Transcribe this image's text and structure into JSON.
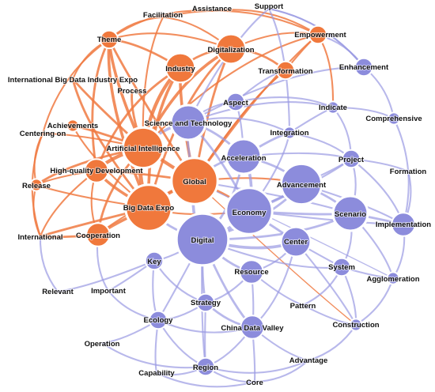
{
  "colors": {
    "cluster_a": "#f0783c",
    "cluster_b": "#8c8cdc",
    "edge_a": "#f07a42",
    "edge_b": "#9a9ae2",
    "node_stroke": "#ffffff"
  },
  "nodes": [
    {
      "id": "facilitation",
      "label": "Facilitation",
      "cluster": "a",
      "weight": 0
    },
    {
      "id": "assistance",
      "label": "Assistance",
      "cluster": "a",
      "weight": 0
    },
    {
      "id": "support",
      "label": "Support",
      "cluster": "b",
      "weight": 0
    },
    {
      "id": "theme",
      "label": "Theme",
      "cluster": "a",
      "weight": 2
    },
    {
      "id": "digitalization",
      "label": "Digitalization",
      "cluster": "a",
      "weight": 4
    },
    {
      "id": "empowerment",
      "label": "Empowerment",
      "cluster": "a",
      "weight": 2
    },
    {
      "id": "ibdie",
      "label": "International Big Data Industry Expo",
      "cluster": "a",
      "weight": 0
    },
    {
      "id": "industry",
      "label": "Industry",
      "cluster": "a",
      "weight": 4
    },
    {
      "id": "transformation",
      "label": "Transformation",
      "cluster": "a",
      "weight": 2
    },
    {
      "id": "enhancement",
      "label": "Enhancement",
      "cluster": "b",
      "weight": 2
    },
    {
      "id": "process",
      "label": "Process",
      "cluster": "a",
      "weight": 0
    },
    {
      "id": "aspect",
      "label": "Aspect",
      "cluster": "b",
      "weight": 2
    },
    {
      "id": "indicate",
      "label": "Indicate",
      "cluster": "b",
      "weight": 1
    },
    {
      "id": "achievements",
      "label": "Achievements",
      "cluster": "a",
      "weight": 1
    },
    {
      "id": "scitech",
      "label": "Science and Technology",
      "cluster": "b",
      "weight": 5
    },
    {
      "id": "comprehensive",
      "label": "Comprehensive",
      "cluster": "b",
      "weight": 1
    },
    {
      "id": "centering",
      "label": "Centering on",
      "cluster": "a",
      "weight": 0
    },
    {
      "id": "integration",
      "label": "Integration",
      "cluster": "b",
      "weight": 1
    },
    {
      "id": "ai",
      "label": "Artificial Intelligence",
      "cluster": "a",
      "weight": 6
    },
    {
      "id": "acceleration",
      "label": "Acceleration",
      "cluster": "b",
      "weight": 5
    },
    {
      "id": "project",
      "label": "Project",
      "cluster": "b",
      "weight": 2
    },
    {
      "id": "hqd",
      "label": "High-quality Development",
      "cluster": "a",
      "weight": 3
    },
    {
      "id": "formation",
      "label": "Formation",
      "cluster": "b",
      "weight": 0
    },
    {
      "id": "global",
      "label": "Global",
      "cluster": "a",
      "weight": 7
    },
    {
      "id": "release",
      "label": "Release",
      "cluster": "a",
      "weight": 1
    },
    {
      "id": "advancement",
      "label": "Advancement",
      "cluster": "b",
      "weight": 6
    },
    {
      "id": "bigdataexpo",
      "label": "Big Data Expo",
      "cluster": "a",
      "weight": 7
    },
    {
      "id": "economy",
      "label": "Economy",
      "cluster": "b",
      "weight": 7
    },
    {
      "id": "scenario",
      "label": "Scenario",
      "cluster": "b",
      "weight": 5
    },
    {
      "id": "implementation",
      "label": "Implementation",
      "cluster": "b",
      "weight": 3
    },
    {
      "id": "international",
      "label": "International",
      "cluster": "a",
      "weight": 0
    },
    {
      "id": "cooperation",
      "label": "Cooperation",
      "cluster": "a",
      "weight": 3
    },
    {
      "id": "digital",
      "label": "Digital",
      "cluster": "b",
      "weight": 8
    },
    {
      "id": "center",
      "label": "Center",
      "cluster": "b",
      "weight": 4
    },
    {
      "id": "key",
      "label": "Key",
      "cluster": "b",
      "weight": 2
    },
    {
      "id": "system",
      "label": "System",
      "cluster": "b",
      "weight": 2
    },
    {
      "id": "resource",
      "label": "Resource",
      "cluster": "b",
      "weight": 3
    },
    {
      "id": "agglomeration",
      "label": "Agglomeration",
      "cluster": "b",
      "weight": 1
    },
    {
      "id": "relevant",
      "label": "Relevant",
      "cluster": "b",
      "weight": 0
    },
    {
      "id": "important",
      "label": "Important",
      "cluster": "b",
      "weight": 0
    },
    {
      "id": "pattern",
      "label": "Pattern",
      "cluster": "b",
      "weight": 0
    },
    {
      "id": "strategy",
      "label": "Strategy",
      "cluster": "b",
      "weight": 2
    },
    {
      "id": "ecology",
      "label": "Ecology",
      "cluster": "b",
      "weight": 2
    },
    {
      "id": "construction",
      "label": "Construction",
      "cluster": "b",
      "weight": 1
    },
    {
      "id": "cdv",
      "label": "China Data Valley",
      "cluster": "b",
      "weight": 3
    },
    {
      "id": "operation",
      "label": "Operation",
      "cluster": "b",
      "weight": 0
    },
    {
      "id": "advantage",
      "label": "Advantage",
      "cluster": "b",
      "weight": 0
    },
    {
      "id": "capability",
      "label": "Capability",
      "cluster": "b",
      "weight": 0
    },
    {
      "id": "region",
      "label": "Region",
      "cluster": "b",
      "weight": 2
    },
    {
      "id": "core",
      "label": "Core",
      "cluster": "b",
      "weight": 0
    }
  ],
  "edges": [
    [
      "ai",
      "theme",
      4
    ],
    [
      "ai",
      "industry",
      5
    ],
    [
      "ai",
      "digitalization",
      4
    ],
    [
      "ai",
      "hqd",
      5
    ],
    [
      "ai",
      "bigdataexpo",
      6
    ],
    [
      "ai",
      "global",
      5
    ],
    [
      "ai",
      "achievements",
      3
    ],
    [
      "ai",
      "centering",
      2
    ],
    [
      "ai",
      "ibdie",
      3
    ],
    [
      "ai",
      "process",
      3
    ],
    [
      "ai",
      "release",
      3
    ],
    [
      "ai",
      "cooperation",
      3
    ],
    [
      "ai",
      "facilitation",
      2
    ],
    [
      "ai",
      "scitech",
      4
    ],
    [
      "ai",
      "empowerment",
      2
    ],
    [
      "theme",
      "bigdataexpo",
      4
    ],
    [
      "theme",
      "industry",
      3
    ],
    [
      "theme",
      "global",
      3
    ],
    [
      "theme",
      "hqd",
      3
    ],
    [
      "theme",
      "assistance",
      2
    ],
    [
      "theme",
      "facilitation",
      2
    ],
    [
      "theme",
      "digitalization",
      2
    ],
    [
      "theme",
      "centering",
      2
    ],
    [
      "industry",
      "bigdataexpo",
      4
    ],
    [
      "industry",
      "global",
      4
    ],
    [
      "industry",
      "digitalization",
      3
    ],
    [
      "industry",
      "hqd",
      3
    ],
    [
      "digitalization",
      "transformation",
      3
    ],
    [
      "digitalization",
      "empowerment",
      2
    ],
    [
      "digitalization",
      "global",
      3
    ],
    [
      "digitalization",
      "bigdataexpo",
      3
    ],
    [
      "transformation",
      "empowerment",
      2
    ],
    [
      "transformation",
      "global",
      2
    ],
    [
      "hqd",
      "bigdataexpo",
      4
    ],
    [
      "hqd",
      "global",
      3
    ],
    [
      "hqd",
      "release",
      2
    ],
    [
      "hqd",
      "cooperation",
      2
    ],
    [
      "hqd",
      "international",
      2
    ],
    [
      "bigdataexpo",
      "global",
      5
    ],
    [
      "bigdataexpo",
      "cooperation",
      4
    ],
    [
      "bigdataexpo",
      "international",
      3
    ],
    [
      "bigdataexpo",
      "release",
      2
    ],
    [
      "bigdataexpo",
      "ibdie",
      3
    ],
    [
      "bigdataexpo",
      "achievements",
      2
    ],
    [
      "cooperation",
      "international",
      3
    ],
    [
      "cooperation",
      "global",
      2
    ],
    [
      "release",
      "international",
      2
    ],
    [
      "centering",
      "international",
      2
    ],
    [
      "ibdie",
      "theme",
      2
    ],
    [
      "facilitation",
      "empowerment",
      2
    ],
    [
      "assistance",
      "empowerment",
      2
    ],
    [
      "facilitation",
      "digitalization",
      2
    ],
    [
      "global",
      "empowerment",
      2
    ],
    [
      "global",
      "transformation",
      2
    ],
    [
      "global",
      "economy",
      3
    ],
    [
      "global",
      "digital",
      4
    ],
    [
      "global",
      "acceleration",
      3
    ],
    [
      "global",
      "advancement",
      2
    ],
    [
      "global",
      "scenario",
      2
    ],
    [
      "global",
      "scitech",
      3
    ],
    [
      "global",
      "construction",
      1
    ],
    [
      "global",
      "agglomeration",
      1
    ],
    [
      "bigdataexpo",
      "digital",
      3
    ],
    [
      "bigdataexpo",
      "economy",
      2
    ],
    [
      "digital",
      "economy",
      5
    ],
    [
      "digital",
      "center",
      4
    ],
    [
      "digital",
      "resource",
      3
    ],
    [
      "digital",
      "strategy",
      3
    ],
    [
      "digital",
      "cdv",
      3
    ],
    [
      "digital",
      "key",
      2
    ],
    [
      "digital",
      "advancement",
      3
    ],
    [
      "digital",
      "acceleration",
      3
    ],
    [
      "digital",
      "scenario",
      3
    ],
    [
      "digital",
      "ecology",
      2
    ],
    [
      "digital",
      "region",
      2
    ],
    [
      "digital",
      "system",
      2
    ],
    [
      "economy",
      "acceleration",
      4
    ],
    [
      "economy",
      "advancement",
      4
    ],
    [
      "economy",
      "scenario",
      3
    ],
    [
      "economy",
      "center",
      3
    ],
    [
      "economy",
      "scitech",
      3
    ],
    [
      "economy",
      "integration",
      2
    ],
    [
      "economy",
      "project",
      2
    ],
    [
      "economy",
      "implementation",
      2
    ],
    [
      "acceleration",
      "advancement",
      3
    ],
    [
      "acceleration",
      "scitech",
      3
    ],
    [
      "acceleration",
      "integration",
      3
    ],
    [
      "acceleration",
      "project",
      2
    ],
    [
      "acceleration",
      "aspect",
      2
    ],
    [
      "advancement",
      "scenario",
      3
    ],
    [
      "advancement",
      "project",
      2
    ],
    [
      "advancement",
      "implementation",
      2
    ],
    [
      "scenario",
      "implementation",
      3
    ],
    [
      "scenario",
      "project",
      2
    ],
    [
      "scenario",
      "agglomeration",
      2
    ],
    [
      "scenario",
      "system",
      2
    ],
    [
      "center",
      "system",
      2
    ],
    [
      "center",
      "resource",
      2
    ],
    [
      "center",
      "cdv",
      2
    ],
    [
      "center",
      "construction",
      2
    ],
    [
      "scitech",
      "integration",
      2
    ],
    [
      "scitech",
      "aspect",
      2
    ],
    [
      "scitech",
      "indicate",
      2
    ],
    [
      "scitech",
      "enhancement",
      2
    ],
    [
      "scitech",
      "support",
      2
    ],
    [
      "aspect",
      "transformation",
      2
    ],
    [
      "aspect",
      "indicate",
      2
    ],
    [
      "indicate",
      "comprehensive",
      2
    ],
    [
      "indicate",
      "project",
      2
    ],
    [
      "enhancement",
      "comprehensive",
      2
    ],
    [
      "enhancement",
      "support",
      2
    ],
    [
      "project",
      "formation",
      2
    ],
    [
      "project",
      "implementation",
      2
    ],
    [
      "implementation",
      "agglomeration",
      2
    ],
    [
      "system",
      "agglomeration",
      2
    ],
    [
      "system",
      "construction",
      2
    ],
    [
      "system",
      "pattern",
      2
    ],
    [
      "resource",
      "cdv",
      2
    ],
    [
      "resource",
      "strategy",
      2
    ],
    [
      "resource",
      "pattern",
      2
    ],
    [
      "strategy",
      "cdv",
      3
    ],
    [
      "strategy",
      "ecology",
      2
    ],
    [
      "strategy",
      "region",
      2
    ],
    [
      "cdv",
      "region",
      2
    ],
    [
      "cdv",
      "advantage",
      2
    ],
    [
      "cdv",
      "core",
      2
    ],
    [
      "cdv",
      "ecology",
      2
    ],
    [
      "ecology",
      "operation",
      2
    ],
    [
      "ecology",
      "capability",
      2
    ],
    [
      "ecology",
      "region",
      2
    ],
    [
      "region",
      "capability",
      2
    ],
    [
      "region",
      "core",
      2
    ],
    [
      "region",
      "advantage",
      2
    ],
    [
      "key",
      "relevant",
      2
    ],
    [
      "key",
      "important",
      2
    ],
    [
      "key",
      "ecology",
      2
    ],
    [
      "key",
      "strategy",
      2
    ],
    [
      "construction",
      "advantage",
      2
    ],
    [
      "construction",
      "pattern",
      2
    ],
    [
      "comprehensive",
      "implementation",
      2
    ],
    [
      "formation",
      "implementation",
      2
    ],
    [
      "support",
      "enhancement",
      2
    ],
    [
      "support",
      "integration",
      2
    ],
    [
      "empowerment",
      "enhancement",
      2
    ],
    [
      "empowerment",
      "indicate",
      2
    ],
    [
      "relevant",
      "international",
      2
    ],
    [
      "important",
      "cooperation",
      2
    ],
    [
      "important",
      "ecology",
      2
    ],
    [
      "operation",
      "region",
      2
    ],
    [
      "capability",
      "core",
      2
    ],
    [
      "advantage",
      "core",
      2
    ],
    [
      "agglomeration",
      "construction",
      2
    ],
    [
      "integration",
      "project",
      2
    ],
    [
      "integration",
      "indicate",
      2
    ],
    [
      "centering",
      "release",
      2
    ]
  ]
}
